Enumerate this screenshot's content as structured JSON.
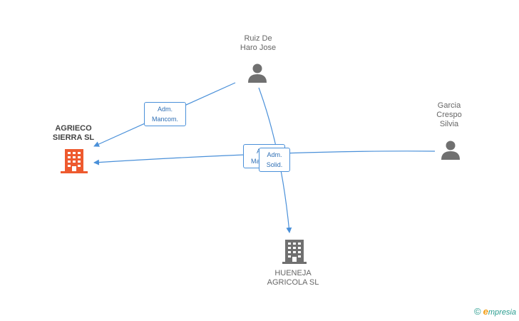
{
  "nodes": {
    "agrieco": {
      "label_line1": "AGRIECO",
      "label_line2": "SIERRA SL",
      "kind": "company",
      "color": "#ee5a2f"
    },
    "ruiz": {
      "label_line1": "Ruiz De",
      "label_line2": "Haro Jose",
      "kind": "person",
      "color": "#707070"
    },
    "garcia": {
      "label_line1": "Garcia",
      "label_line2": "Crespo",
      "label_line3": "Silvia",
      "kind": "person",
      "color": "#707070"
    },
    "hueneja": {
      "label_line1": "HUENEJA",
      "label_line2": "AGRICOLA SL",
      "kind": "company",
      "color": "#707070"
    }
  },
  "relations": {
    "ruiz_agrieco": {
      "line1": "Adm.",
      "line2": "Mancom."
    },
    "garcia_agrieco": {
      "line1": "Adm.",
      "line2": "Mancom."
    },
    "ruiz_hueneja": {
      "line1": "Adm.",
      "line2": "Solid."
    }
  },
  "colors": {
    "edge": "#4a90d9"
  },
  "brand": {
    "copyright": "©",
    "e": "e",
    "rest": "mpresia"
  }
}
